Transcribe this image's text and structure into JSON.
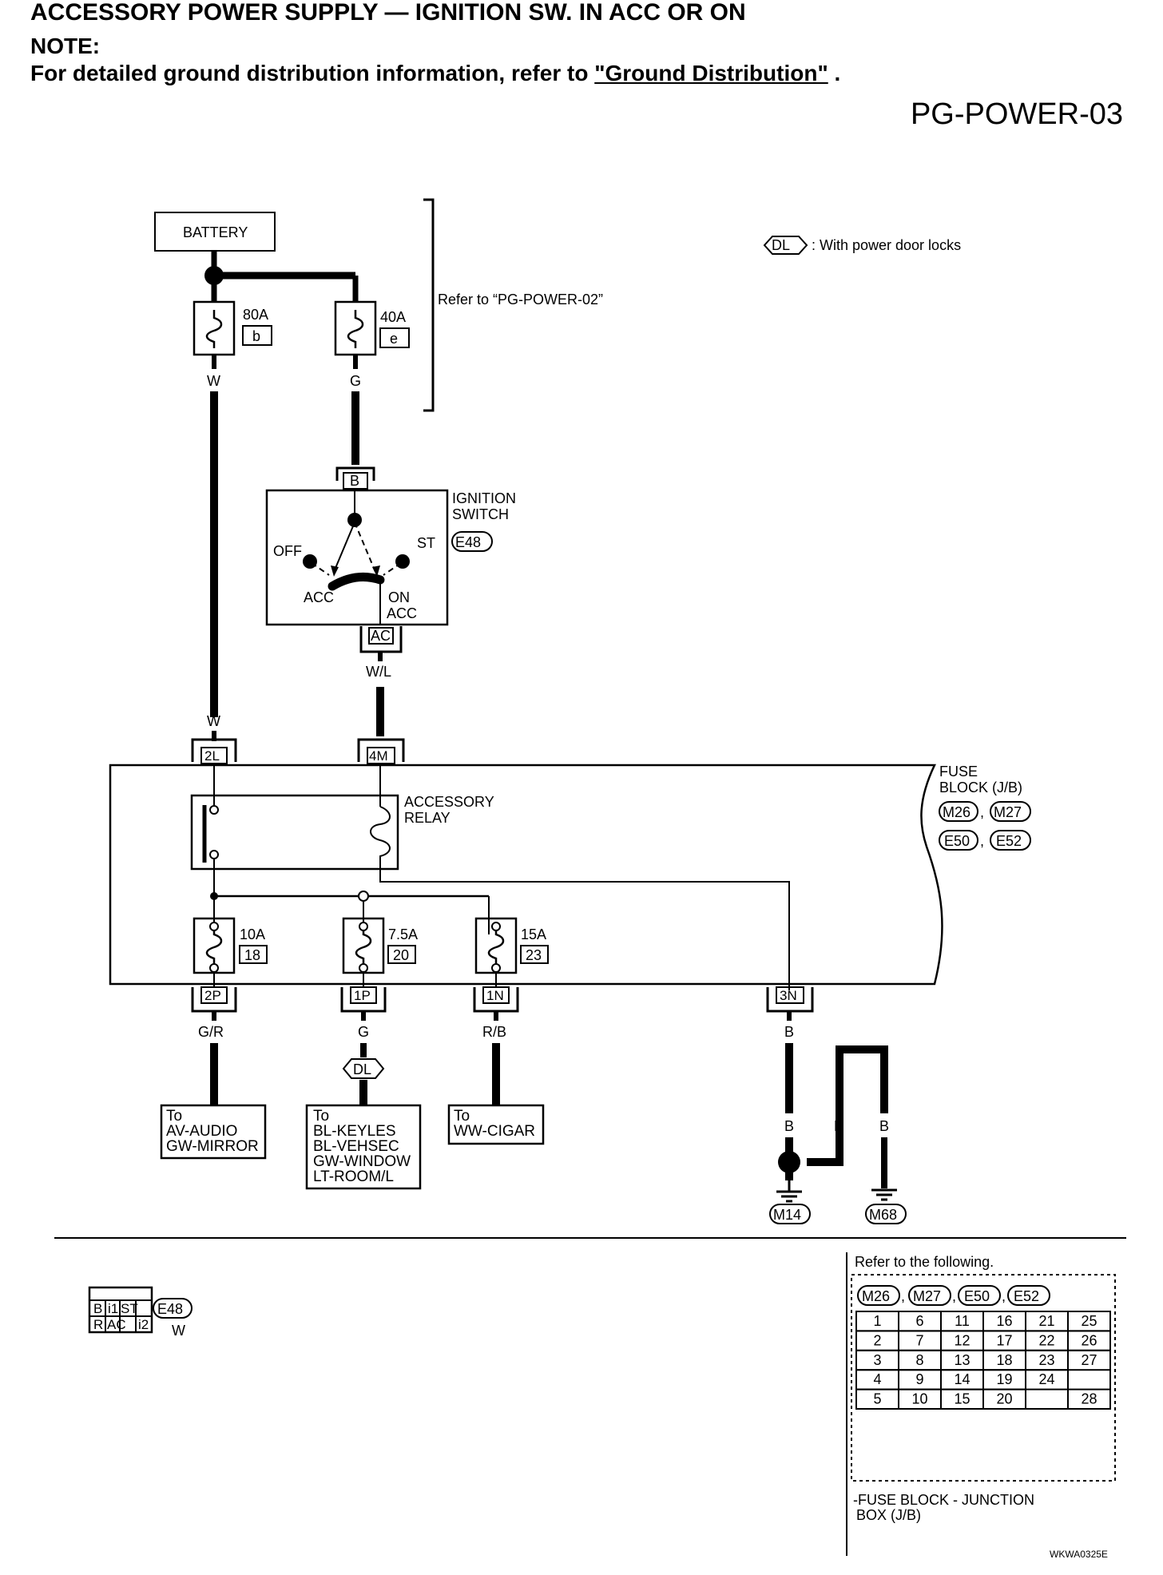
{
  "header": {
    "title": "ACCESSORY POWER SUPPLY — IGNITION SW. IN ACC OR ON",
    "note_label": "NOTE:",
    "note_text": "For detailed ground distribution information, refer to ",
    "note_link": "\"Ground Distribution\"",
    "note_tail": " .",
    "diagram_code": "PG-POWER-03"
  },
  "battery": {
    "label": "BATTERY"
  },
  "refer_power02": "Refer to “PG-POWER-02”",
  "legend": {
    "symbol": "DL",
    "text": ": With power door locks"
  },
  "fusible_links": [
    {
      "rating": "80A",
      "id": "b",
      "wire": "W"
    },
    {
      "rating": "40A",
      "id": "e",
      "wire": "G"
    }
  ],
  "ignition_switch": {
    "title_line1": "IGNITION",
    "title_line2": "SWITCH",
    "connector": "E48",
    "terminal_in": "B",
    "terminal_out": "AC",
    "pos_off": "OFF",
    "pos_st": "ST",
    "pos_acc": "ACC",
    "pos_on_1": "ON",
    "pos_on_2": "ACC",
    "wire_out": "W/L"
  },
  "fuse_block": {
    "title_line1": "FUSE",
    "title_line2": "BLOCK (J/B)",
    "connectors": [
      "M26",
      "M27",
      "E50",
      "E52"
    ],
    "relay_line1": "ACCESSORY",
    "relay_line2": "RELAY",
    "input_terminals": [
      "2L",
      "4M"
    ],
    "wire_2l": "W",
    "fuses": [
      {
        "rating": "10A",
        "number": "18",
        "terminal": "2P",
        "wire": "G/R"
      },
      {
        "rating": "7.5A",
        "number": "20",
        "terminal": "1P",
        "wire": "G"
      },
      {
        "rating": "15A",
        "number": "23",
        "terminal": "1N",
        "wire": "R/B"
      }
    ],
    "ground_terminal": "3N",
    "ground_wire": "B"
  },
  "destinations": [
    {
      "lines": [
        "To",
        "AV-AUDIO",
        "GW-MIRROR"
      ]
    },
    {
      "lines": [
        "To",
        "BL-KEYLES",
        "BL-VEHSEC",
        "GW-WINDOW",
        "LT-ROOM/L"
      ]
    },
    {
      "lines": [
        "To",
        "WW-CIGAR"
      ]
    }
  ],
  "dl_symbol": "DL",
  "grounds": [
    {
      "wire1": "B",
      "wire2": "B",
      "connector": "M14"
    },
    {
      "wire": "B",
      "connector": "M68"
    }
  ],
  "connector_view": {
    "cells_top": [
      "B",
      "i1",
      "ST"
    ],
    "cells_bottom": [
      "R",
      "AC",
      "i2"
    ],
    "connector": "E48",
    "color": "W"
  },
  "refer_box": {
    "title": "Refer to the following.",
    "connectors": [
      "M26",
      "M27",
      "E50",
      "E52"
    ],
    "table": [
      [
        "1",
        "6",
        "11",
        "16",
        "21",
        "25"
      ],
      [
        "2",
        "7",
        "12",
        "17",
        "22",
        "26"
      ],
      [
        "3",
        "8",
        "13",
        "18",
        "23",
        "27"
      ],
      [
        "4",
        "9",
        "14",
        "19",
        "24",
        ""
      ],
      [
        "5",
        "10",
        "15",
        "20",
        "",
        "28"
      ]
    ],
    "caption_line1": "-FUSE BLOCK - JUNCTION",
    "caption_line2": "BOX (J/B)"
  },
  "footer_code": "WKWA0325E"
}
